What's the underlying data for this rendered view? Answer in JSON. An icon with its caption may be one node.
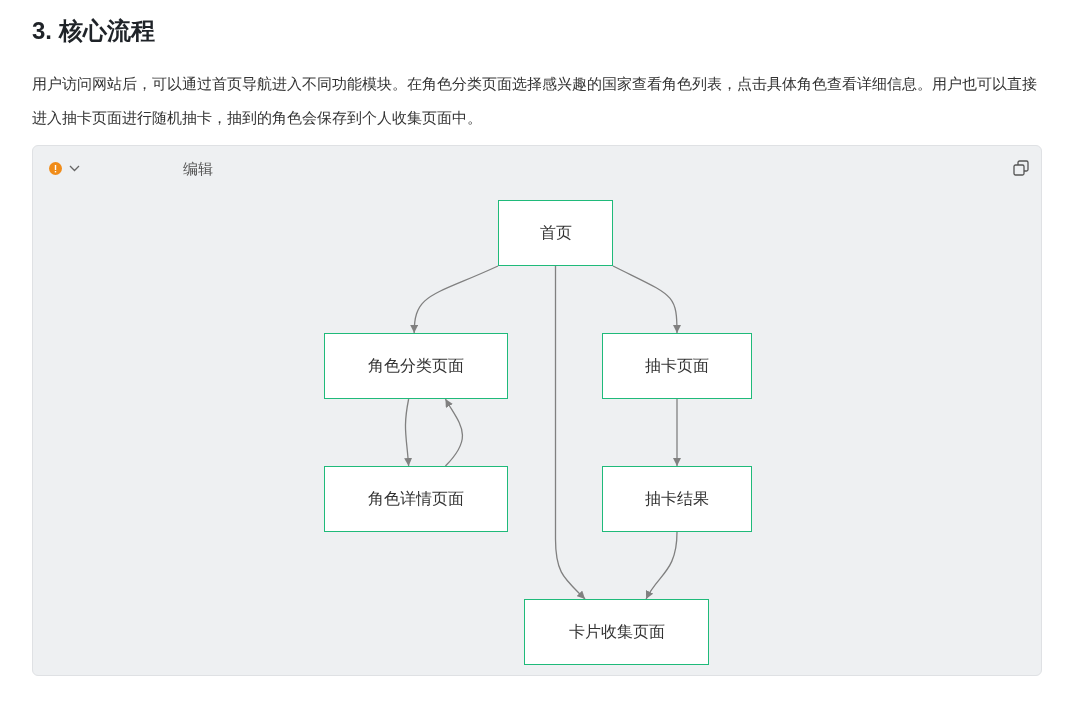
{
  "diagram": {
    "title": "3. 核心流程",
    "nodes": [
      {
        "text": [
          "首页"
        ]
      },
      {
        "text": [
          "角色分类页面"
        ]
      },
      {
        "text": [
          "抽卡页面"
        ]
      },
      {
        "text": [
          "角色详情页面"
        ]
      },
      {
        "text": [
          "抽卡结果"
        ]
      },
      {
        "text": [
          "卡片收集页面"
        ]
      }
    ],
    "edges": [
      {
        "from": 0,
        "to": 1,
        "arrow": "to"
      },
      {
        "from": 0,
        "to": 2,
        "arrow": "to"
      },
      {
        "from": 0,
        "to": 5,
        "arrow": "to"
      },
      {
        "from": 1,
        "to": 3,
        "arrow": "to"
      },
      {
        "from": 3,
        "to": 1,
        "arrow": "to"
      },
      {
        "from": 2,
        "to": 4,
        "arrow": "to"
      },
      {
        "from": 4,
        "to": 5,
        "arrow": "to"
      }
    ],
    "labels": [
      "用户访问网站后，可以通过首页导航进入不同功能模块。在角色分类页面选择感兴趣的国家查看角色列表，点击具体角色查看详细信息。用户也可以直接进入抽卡页面进行随机抽卡，抽到的角色会保存到个人收集页面中。",
      "编辑"
    ]
  }
}
